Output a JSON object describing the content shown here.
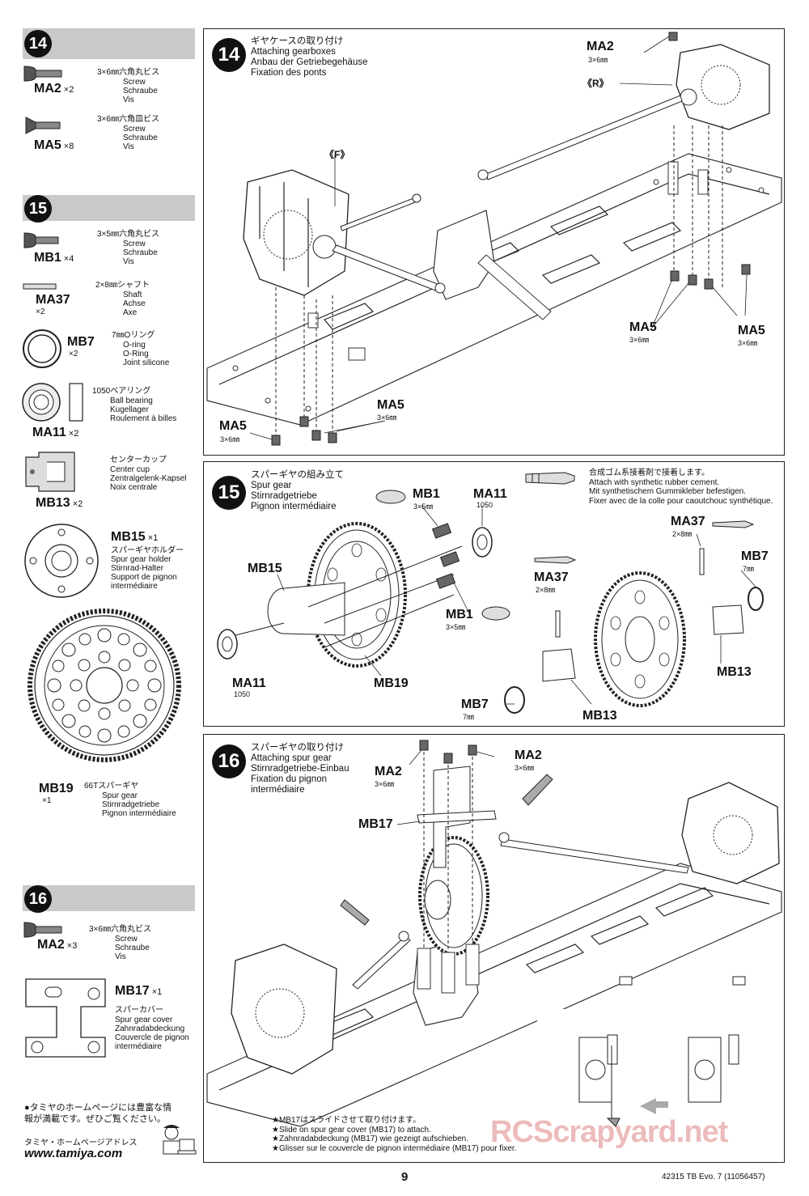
{
  "sidebar": {
    "step14": {
      "number": "14",
      "parts": [
        {
          "code": "MA2",
          "qty": "×2",
          "jp": "3×6㎜六角丸ビス",
          "en": "Screw",
          "de": "Schraube",
          "fr": "Vis",
          "icon": "round-head-screw"
        },
        {
          "code": "MA5",
          "qty": "×8",
          "jp": "3×6㎜六角皿ビス",
          "en": "Screw",
          "de": "Schraube",
          "fr": "Vis",
          "icon": "countersunk-screw"
        }
      ]
    },
    "step15": {
      "number": "15",
      "parts": [
        {
          "code": "MB1",
          "qty": "×4",
          "jp": "3×5㎜六角丸ビス",
          "en": "Screw",
          "de": "Schraube",
          "fr": "Vis",
          "icon": "round-head-screw"
        },
        {
          "code": "MA37",
          "qty": "×2",
          "jp": "2×8㎜シャフト",
          "en": "Shaft",
          "de": "Achse",
          "fr": "Axe",
          "icon": "shaft"
        },
        {
          "code": "MB7",
          "qty": "×2",
          "jp": "7㎜Oリング",
          "en": "O-ring",
          "de": "O-Ring",
          "fr": "Joint silicone",
          "icon": "o-ring"
        },
        {
          "code": "MA11",
          "qty": "×2",
          "jp": "1050ベアリング",
          "en": "Ball bearing",
          "de": "Kugellager",
          "fr": "Roulement à billes",
          "icon": "ball-bearing"
        },
        {
          "code": "MB13",
          "qty": "×2",
          "jp": "センターカップ",
          "en": "Center cup",
          "de": "Zentralgelenk-Kapsel",
          "fr": "Noix centrale",
          "icon": "center-cup"
        },
        {
          "code": "MB15",
          "qty": "×1",
          "jp": "スパーギヤホルダー",
          "en": "Spur gear holder",
          "de": "Stirnrad-Halter",
          "fr": "Support de pignon",
          "fr2": "intermédiaire",
          "icon": "spur-gear-holder"
        },
        {
          "code": "MB19",
          "qty": "×1",
          "jp": "66Tスパーギヤ",
          "en": "Spur gear",
          "de": "Stirnradgetriebe",
          "fr": "Pignon intermédiaire",
          "icon": "spur-gear"
        }
      ]
    },
    "step16": {
      "number": "16",
      "parts": [
        {
          "code": "MA2",
          "qty": "×3",
          "jp": "3×6㎜六角丸ビス",
          "en": "Screw",
          "de": "Schraube",
          "fr": "Vis",
          "icon": "round-head-screw"
        },
        {
          "code": "MB17",
          "qty": "×1",
          "jp": "スパーカバー",
          "en": "Spur gear cover",
          "de": "Zahnradabdeckung",
          "fr": "Couvercle de pignon",
          "fr2": "intermédiaire",
          "icon": "spur-gear-cover"
        }
      ]
    },
    "homepage": {
      "line1": "●タミヤのホームページには豊富な情",
      "line2": "報が満載です。ぜひご覧ください。",
      "label": "タミヤ・ホームページアドレス",
      "url": "www.tamiya.com"
    }
  },
  "steps": {
    "s14": {
      "number": "14",
      "title_jp": "ギヤケースの取り付け",
      "title_en": "Attaching gearboxes",
      "title_de": "Anbau der Getriebegehäuse",
      "title_fr": "Fixation des ponts",
      "front": "《F》",
      "rear": "《R》",
      "callouts": [
        {
          "code": "MA2",
          "dim": "3×6㎜"
        },
        {
          "code": "MA5",
          "dim": "3×6㎜"
        },
        {
          "code": "MA5",
          "dim": "3×6㎜"
        },
        {
          "code": "MA5",
          "dim": "3×6㎜"
        },
        {
          "code": "MA5",
          "dim": "3×6㎜"
        }
      ]
    },
    "s15": {
      "number": "15",
      "title_jp": "スパーギヤの組み立て",
      "title_en": "Spur gear",
      "title_de": "Stirnradgetriebe",
      "title_fr": "Pignon intermédiaire",
      "cement_jp": "合成ゴム系接着剤で接着します。",
      "cement_en": "Attach with synthetic rubber cement.",
      "cement_de": "Mit synthetischem Gummikleber befestigen.",
      "cement_fr": "Fixer avec de la colle pour caoutchouc synthétique.",
      "callouts": [
        {
          "code": "MB1",
          "dim": "3×5㎜"
        },
        {
          "code": "MA11",
          "dim": "1050"
        },
        {
          "code": "MB15",
          "dim": ""
        },
        {
          "code": "MB1",
          "dim": "3×5㎜"
        },
        {
          "code": "MA11",
          "dim": "1050"
        },
        {
          "code": "MB19",
          "dim": ""
        },
        {
          "code": "MA37",
          "dim": "2×8㎜"
        },
        {
          "code": "MA37",
          "dim": "2×8㎜"
        },
        {
          "code": "MB7",
          "dim": "7㎜"
        },
        {
          "code": "MB13",
          "dim": ""
        },
        {
          "code": "MB7",
          "dim": "7㎜"
        },
        {
          "code": "MB13",
          "dim": ""
        }
      ]
    },
    "s16": {
      "number": "16",
      "title_jp": "スパーギヤの取り付け",
      "title_en": "Attaching spur gear",
      "title_de": "Stirnradgetriebe-Einbau",
      "title_fr": "Fixation du pignon",
      "title_fr2": "intermédiaire",
      "callouts": [
        {
          "code": "MA2",
          "dim": "3×6㎜"
        },
        {
          "code": "MA2",
          "dim": "3×6㎜"
        },
        {
          "code": "MB17",
          "dim": ""
        }
      ],
      "note_jp": "★MB17はスライドさせて取り付けます。",
      "note_en": "★Slide on spur gear cover (MB17) to attach.",
      "note_de": "★Zahnradabdeckung (MB17) wie gezeigt aufschieben.",
      "note_fr": "★Glisser sur le couvercle de pignon intermédiaire (MB17) pour fixer."
    }
  },
  "footer": {
    "page": "9",
    "model": "42315 TB Evo. 7 (11056457)",
    "watermark": "RCScrapyard.net"
  }
}
